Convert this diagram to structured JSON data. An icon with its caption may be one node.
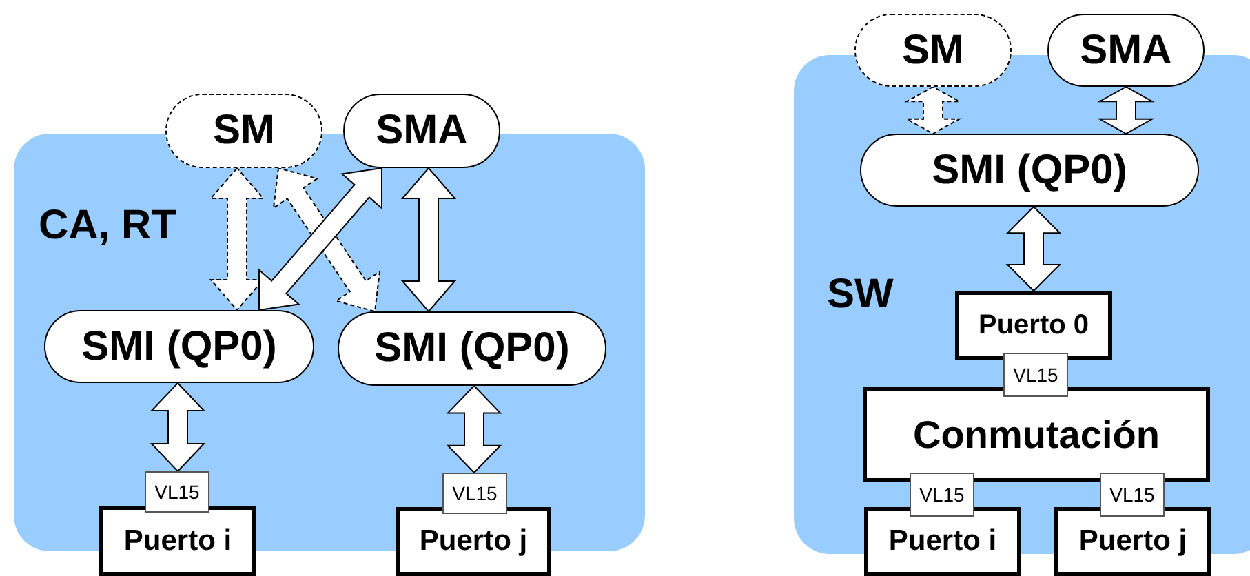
{
  "diagram": {
    "nodes": [
      {
        "text": [
          "CA, RT"
        ]
      },
      {
        "text": [
          "SM"
        ]
      },
      {
        "text": [
          "SMA"
        ]
      },
      {
        "text": [
          "SMI (QP0)"
        ],
        "in": 0
      },
      {
        "text": [
          "SMI (QP0)"
        ],
        "in": 0
      },
      {
        "text": [
          "VL15"
        ],
        "in": 0
      },
      {
        "text": [
          "Puerto i"
        ]
      },
      {
        "text": [
          "VL15"
        ],
        "in": 0
      },
      {
        "text": [
          "Puerto j"
        ]
      },
      {
        "text": [
          "SW"
        ]
      },
      {
        "text": [
          "SM"
        ]
      },
      {
        "text": [
          "SMA"
        ]
      },
      {
        "text": [
          "SMI (QP0)"
        ],
        "in": 9
      },
      {
        "text": [
          "Puerto 0"
        ],
        "in": 9
      },
      {
        "text": [
          "VL15"
        ],
        "in": 9
      },
      {
        "text": [
          "Conmutación"
        ],
        "in": 9
      },
      {
        "text": [
          "VL15"
        ],
        "in": 9
      },
      {
        "text": [
          "VL15"
        ],
        "in": 9
      },
      {
        "text": [
          "Puerto i"
        ]
      },
      {
        "text": [
          "Puerto j"
        ]
      }
    ],
    "edges": [
      {
        "from": 1,
        "to": 3,
        "arrow": "both",
        "style": "dashed"
      },
      {
        "from": 1,
        "to": 4,
        "arrow": "both",
        "style": "dashed"
      },
      {
        "from": 2,
        "to": 3,
        "arrow": "both"
      },
      {
        "from": 2,
        "to": 4,
        "arrow": "both"
      },
      {
        "from": 3,
        "to": 5,
        "arrow": "both"
      },
      {
        "from": 4,
        "to": 7,
        "arrow": "both"
      },
      {
        "from": 10,
        "to": 12,
        "arrow": "both",
        "style": "dashed"
      },
      {
        "from": 11,
        "to": 12,
        "arrow": "both"
      },
      {
        "from": 12,
        "to": 13,
        "arrow": "both"
      }
    ]
  }
}
